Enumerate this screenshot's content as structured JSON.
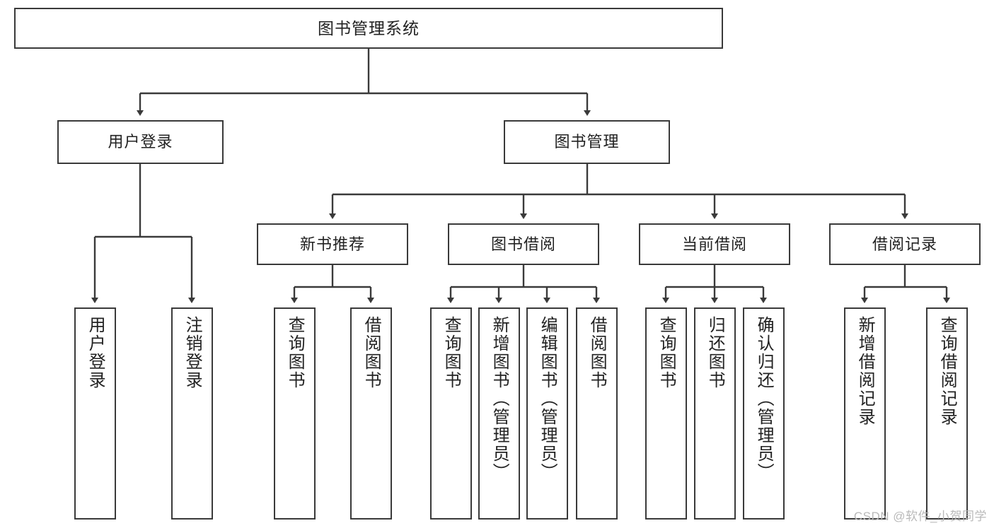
{
  "diagram": {
    "type": "tree",
    "title": "图书管理系统",
    "root": {
      "label": "图书管理系统"
    },
    "level2": [
      {
        "label": "用户登录"
      },
      {
        "label": "图书管理"
      }
    ],
    "level3": [
      {
        "label": "新书推荐"
      },
      {
        "label": "图书借阅"
      },
      {
        "label": "当前借阅"
      },
      {
        "label": "借阅记录"
      }
    ],
    "leaves": {
      "user_login": [
        {
          "label": "用户登录"
        },
        {
          "label": "注销登录"
        }
      ],
      "new_book": [
        {
          "label": "查询图书"
        },
        {
          "label": "借阅图书"
        }
      ],
      "book_borrow": [
        {
          "label": "查询图书"
        },
        {
          "label": "新增图书（管理员）"
        },
        {
          "label": "编辑图书（管理员）"
        },
        {
          "label": "借阅图书"
        }
      ],
      "current_borrow": [
        {
          "label": "查询图书"
        },
        {
          "label": "归还图书"
        },
        {
          "label": "确认归还（管理员）"
        }
      ],
      "borrow_record": [
        {
          "label": "新增借阅记录"
        },
        {
          "label": "查询借阅记录"
        }
      ]
    }
  },
  "watermark": {
    "text": "CSDN @软件_小贺同学"
  },
  "colors": {
    "stroke": "#3a3a3a",
    "text": "#222222",
    "background": "#ffffff",
    "watermark": "#b9b9b9"
  }
}
